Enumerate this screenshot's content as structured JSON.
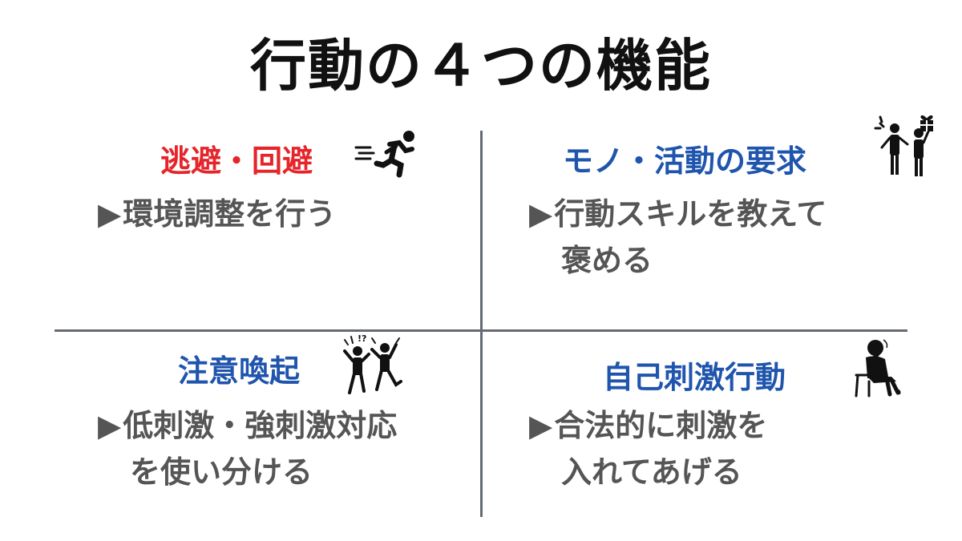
{
  "title": "行動の４つの機能",
  "quadrants": {
    "top_left": {
      "heading": "逃避・回避",
      "arrow": "▶",
      "lines": [
        "環境調整を行う"
      ],
      "icon": "running-person-icon",
      "color": "#e5252a"
    },
    "top_right": {
      "heading": "モノ・活動の要求",
      "arrow": "▶",
      "lines": [
        "行動スキルを教えて",
        "褒める"
      ],
      "icon": "people-with-gift-icon",
      "color": "#1f55ad"
    },
    "bottom_left": {
      "heading": "注意喚起",
      "arrow": "▶",
      "lines": [
        "低刺激・強刺激対応",
        "を使い分ける"
      ],
      "icon": "attention-people-icon",
      "color": "#1f55ad"
    },
    "bottom_right": {
      "heading": "自己刺激行動",
      "arrow": "▶",
      "lines": [
        "合法的に刺激を",
        "入れてあげる"
      ],
      "icon": "sitting-person-icon",
      "color": "#1f55ad"
    }
  }
}
